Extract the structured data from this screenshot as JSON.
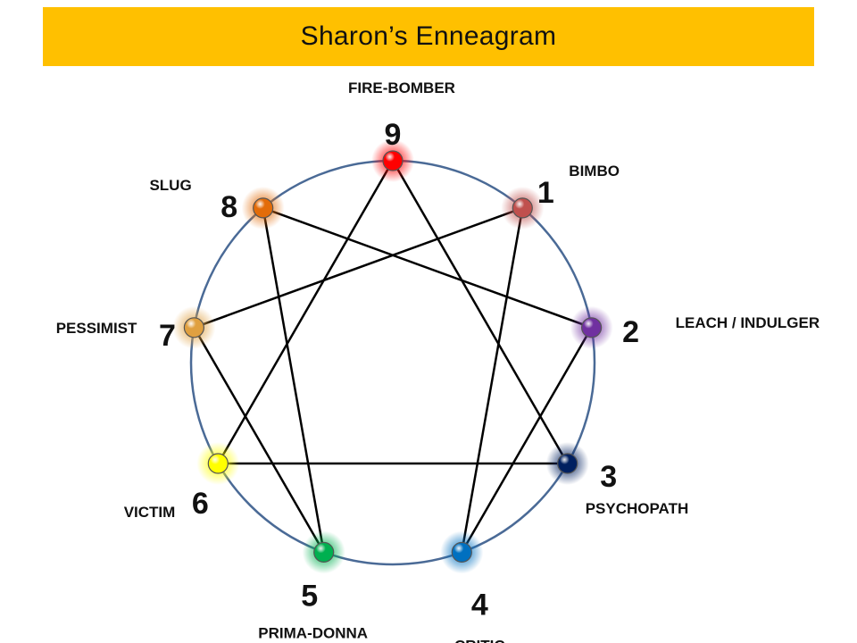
{
  "title": "Sharon’s Enneagram",
  "circle_color": "#4a6a96",
  "line_color": "#000000",
  "points": [
    {
      "number": "9",
      "label": "FIRE-BOMBER",
      "color": "#ff0000"
    },
    {
      "number": "1",
      "label": "BIMBO",
      "color": "#c0504d"
    },
    {
      "number": "2",
      "label": "LEACH / INDULGER",
      "color": "#7030a0"
    },
    {
      "number": "3",
      "label": "PSYCHOPATH",
      "color": "#002060"
    },
    {
      "number": "4",
      "label": "CRITIC",
      "color": "#0070c0"
    },
    {
      "number": "5",
      "label": "PRIMA-DONNA",
      "color": "#00b050"
    },
    {
      "number": "6",
      "label": "VICTIM",
      "color": "#ffff00"
    },
    {
      "number": "7",
      "label": "PESSIMIST",
      "color": "#e0a040"
    },
    {
      "number": "8",
      "label": "SLUG",
      "color": "#e36c09"
    }
  ],
  "connections": [
    [
      "9",
      "3"
    ],
    [
      "3",
      "6"
    ],
    [
      "6",
      "9"
    ],
    [
      "1",
      "4"
    ],
    [
      "4",
      "2"
    ],
    [
      "2",
      "8"
    ],
    [
      "8",
      "5"
    ],
    [
      "5",
      "7"
    ],
    [
      "7",
      "1"
    ]
  ]
}
